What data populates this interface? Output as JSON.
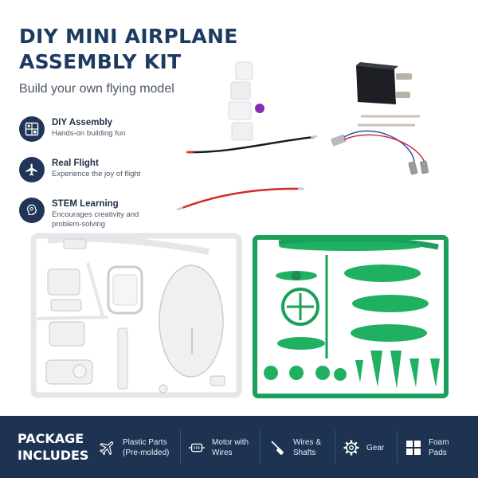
{
  "header": {
    "title_line1": "DIY MINI AIRPLANE",
    "title_line2": "ASSEMBLY KIT",
    "subtitle": "Build your own flying model"
  },
  "features": [
    {
      "icon": "assembly-grid-icon",
      "title": "DIY Assembly",
      "desc": "Hands-on building fun"
    },
    {
      "icon": "airplane-icon",
      "title": "Real Flight",
      "desc": "Experience the joy of flight"
    },
    {
      "icon": "brain-icon",
      "title": "STEM Learning",
      "desc": "Encourages creativity and problem-solving"
    }
  ],
  "package": {
    "title_line1": "PACKAGE",
    "title_line2": "INCLUDES",
    "items": [
      {
        "icon": "airplane-outline-icon",
        "label": "Plastic Parts\n(Pre-molded)"
      },
      {
        "icon": "motor-icon",
        "label": "Motor with\nWires"
      },
      {
        "icon": "screwdriver-icon",
        "label": "Wires &\nShafts"
      },
      {
        "icon": "gear-icon",
        "label": "Gear"
      },
      {
        "icon": "foam-pads-icon",
        "label": "Foam\nPads"
      }
    ]
  },
  "colors": {
    "navy": "#1e3352",
    "sprue_green": "#1aa05a",
    "sprue_white": "#eef0f2"
  }
}
